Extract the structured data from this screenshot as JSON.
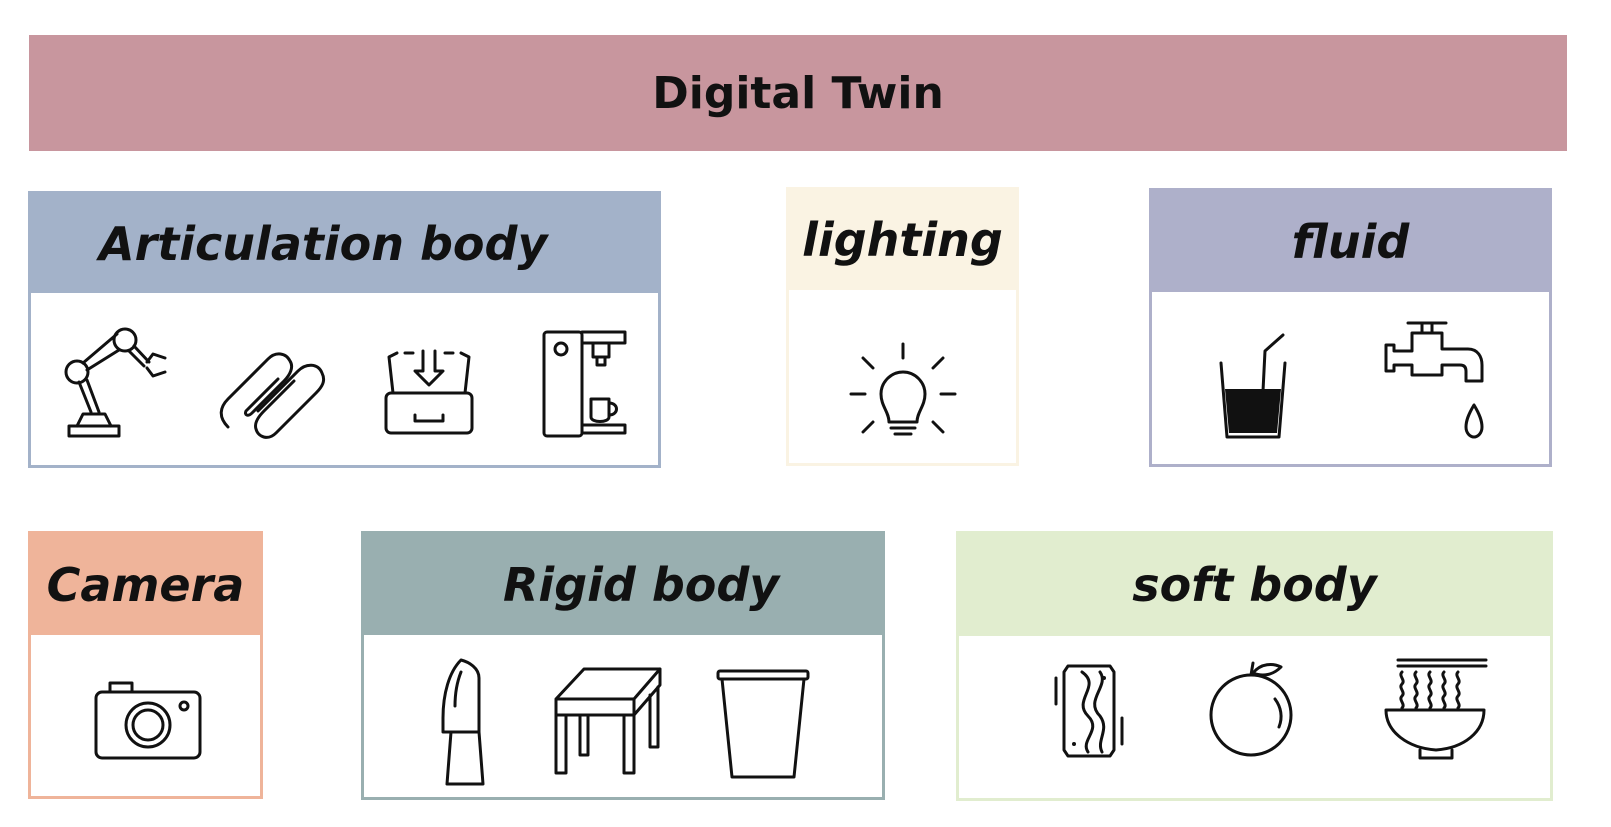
{
  "title": "Digital Twin",
  "colors": {
    "title_bg": "#c8969e",
    "articulation": "#a3b2c9",
    "lighting": "#faf3e3",
    "fluid": "#aeb0ca",
    "camera": "#efb49a",
    "rigid": "#99afb0",
    "soft": "#e1edcf"
  },
  "groups": {
    "articulation": {
      "label": "Articulation body",
      "icons": [
        "robot-arm-icon",
        "paperclip-chain-icon",
        "drawer-icon",
        "coffee-machine-icon"
      ]
    },
    "lighting": {
      "label": "lighting",
      "icons": [
        "light-bulb-icon"
      ]
    },
    "fluid": {
      "label": "fluid",
      "icons": [
        "drink-glass-icon",
        "water-tap-icon"
      ]
    },
    "camera": {
      "label": "Camera",
      "icons": [
        "camera-icon"
      ]
    },
    "rigid": {
      "label": "Rigid body",
      "icons": [
        "knife-icon",
        "table-icon",
        "cup-icon"
      ]
    },
    "soft": {
      "label": "soft body",
      "icons": [
        "soda-can-icon",
        "orange-icon",
        "noodle-bowl-icon"
      ]
    }
  }
}
